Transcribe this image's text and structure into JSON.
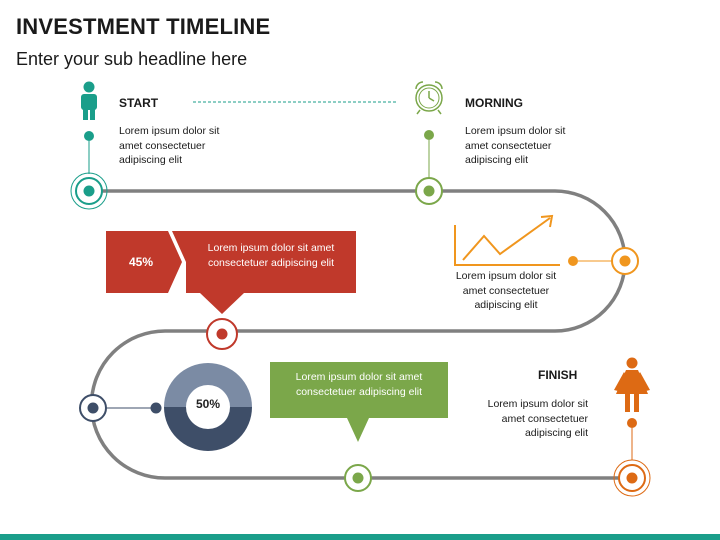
{
  "header": {
    "title": "INVESTMENT TIMELINE",
    "subtitle": "Enter your sub headline here"
  },
  "milestones": {
    "start": {
      "label": "START",
      "text": "Lorem ipsum dolor sit amet consectetuer adipiscing elit",
      "icon": "person-icon"
    },
    "morning": {
      "label": "MORNING",
      "text": "Lorem ipsum dolor sit amet consectetuer adipiscing elit",
      "icon": "alarm-clock-icon"
    },
    "growth": {
      "text": "Lorem ipsum dolor sit amet consectetuer adipiscing elit",
      "icon": "line-chart-icon"
    },
    "finish": {
      "label": "FINISH",
      "text": "Lorem ipsum dolor sit amet consectetuer adipiscing elit",
      "icon": "woman-icon"
    }
  },
  "callouts": {
    "red": {
      "percent": "45%",
      "text": "Lorem ipsum dolor sit amet consectetuer adipiscing elit"
    },
    "green": {
      "text": "Lorem ipsum dolor sit amet consectetuer adipiscing elit"
    }
  },
  "donut": {
    "label": "50%",
    "fraction": 0.5
  },
  "colors": {
    "teal": "#1a9e8a",
    "green": "#7ba74a",
    "orange": "#f0961e",
    "red": "#c0392b",
    "navy": "#3e4e68",
    "steel": "#7b8ba4",
    "path": "#808080",
    "finish_orange": "#dd6a14"
  }
}
